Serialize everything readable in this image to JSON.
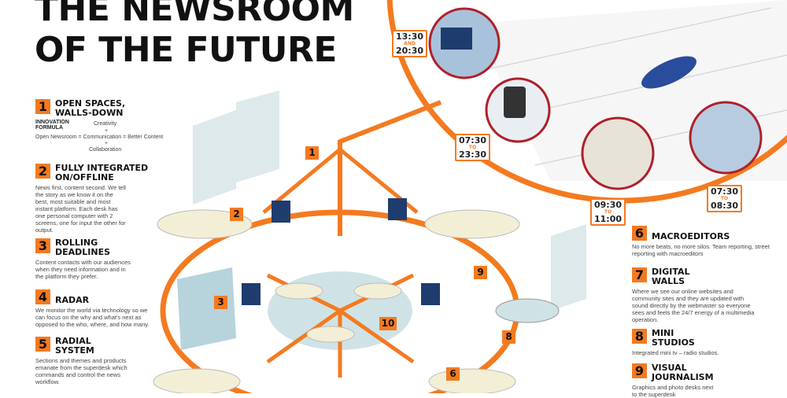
{
  "title": {
    "line1": "THE NEWSROOM",
    "line2": "OF THE FUTURE"
  },
  "colors": {
    "accent": "#f47a20",
    "vignette_border": "#b0202a",
    "floor": "#cfe3e6"
  },
  "items": [
    {
      "num": "1",
      "heading": "OPEN SPACES, WALLS-DOWN",
      "formula": {
        "label": "INNOVATION FORMULA",
        "top": "Creativity",
        "plus1": "+",
        "main": "Open Newsroom = Communication = Better Content",
        "plus2": "+",
        "bottom": "Collaboration"
      }
    },
    {
      "num": "2",
      "heading": "FULLY INTEGRATED ON/OFFLINE",
      "body": "News first, content second. We tell the story as we know it on the best, most suitable and most instant platform. Each desk has one personal computer with 2 screens, one for input the other for output."
    },
    {
      "num": "3",
      "heading": "ROLLING DEADLINES",
      "body": "Content contacts with our audiences when they need information and in the platform they prefer."
    },
    {
      "num": "4",
      "heading": "RADAR",
      "body": "We monitor the world via technology so we can focus on the why and what's next as opposed to the who, where, and how many."
    },
    {
      "num": "5",
      "heading": "RADIAL SYSTEM",
      "body": "Sections and themes and products emanate from the superdesk which commands and control the news workflow."
    },
    {
      "num": "6",
      "heading": "MACROEDITORS",
      "body": "No more beats, no more silos. Team reporting, street reporting with macroeditors"
    },
    {
      "num": "7",
      "heading": "DIGITAL WALLS",
      "body": "Where we see our online websites and community sites and they are updated with sound directly by the webmaster so everyone sees and feels the 24/7 energy of a multimedia operation."
    },
    {
      "num": "8",
      "heading": "MINI STUDIOS",
      "body": "Integrated mini tv – radio studios."
    },
    {
      "num": "9",
      "heading": "VISUAL JOURNALISM",
      "body": "Graphics and photo desks next to the superdesk"
    }
  ],
  "times": [
    {
      "from": "13:30",
      "sep": "AND",
      "to": "20:30"
    },
    {
      "from": "07:30",
      "sep": "TO",
      "to": "23:30"
    },
    {
      "from": "09:30",
      "sep": "TO",
      "to": "11:00"
    },
    {
      "from": "07:30",
      "sep": "TO",
      "to": "08:30"
    }
  ],
  "markers": [
    "1",
    "2",
    "3",
    "9",
    "10",
    "8",
    "6"
  ]
}
